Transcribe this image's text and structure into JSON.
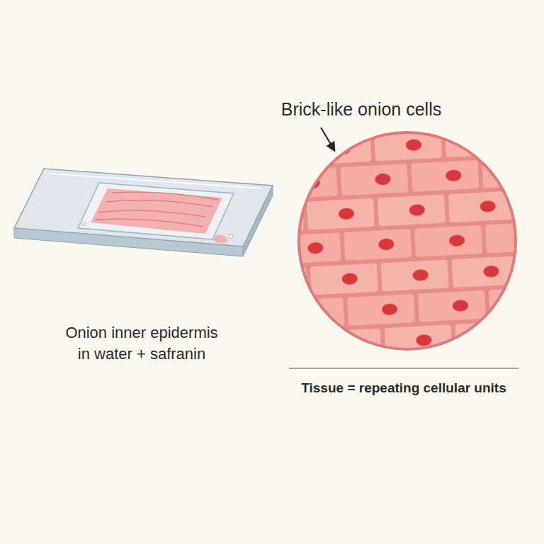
{
  "diagram": {
    "labels": [
      "Brick-like onion cells",
      "Onion inner epidermis in water + safranin",
      "Tissue = repeating cellular units"
    ]
  }
}
